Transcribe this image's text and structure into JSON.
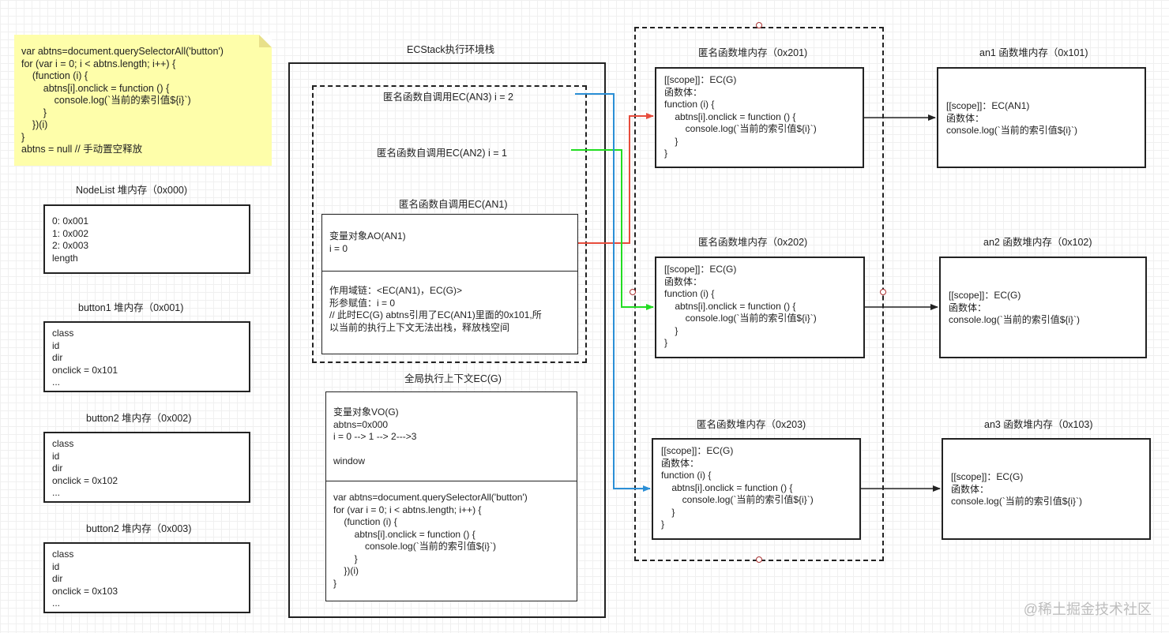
{
  "note": {
    "code": "var abtns=document.querySelectorAll('button')\nfor (var i = 0; i < abtns.length; i++) {\n    (function (i) {\n        abtns[i].onclick = function () {\n            console.log(`当前的索引值${i}`)\n        }\n    })(i)\n}\nabtns = null // 手动置空释放"
  },
  "nodelist": {
    "title": "NodeList 堆内存（0x000)",
    "content": "0: 0x001\n1: 0x002\n2: 0x003\nlength"
  },
  "buttons": [
    {
      "title": "button1 堆内存（0x001)",
      "content": "class\nid\ndir\nonclick = 0x101\n..."
    },
    {
      "title": "button2 堆内存（0x002)",
      "content": "class\nid\ndir\nonclick = 0x102\n..."
    },
    {
      "title": "button2 堆内存（0x003)",
      "content": "class\nid\ndir\nonclick = 0x103\n..."
    }
  ],
  "ecstack": {
    "title": "ECStack执行环境栈",
    "an3": "匿名函数自调用EC(AN3)  i = 2",
    "an2": "匿名函数自调用EC(AN2)   i = 1",
    "an1_title": "匿名函数自调用EC(AN1)",
    "an1_ao": "变量对象AO(AN1)\ni = 0",
    "an1_scope": "作用域链：<EC(AN1)，EC(G)>\n形参赋值：i = 0\n// 此时EC(G) abtns引用了EC(AN1)里面的0x101,所\n以当前的执行上下文无法出栈，释放栈空间",
    "global_title": "全局执行上下文EC(G)",
    "global_vo": "变量对象VO(G)\nabtns=0x000\ni = 0 --> 1 --> 2--->3\n\nwindow",
    "global_code": "var abtns=document.querySelectorAll('button')\nfor (var i = 0; i < abtns.length; i++) {\n    (function (i) {\n        abtns[i].onclick = function () {\n            console.log(`当前的索引值${i}`)\n        }\n    })(i)\n}"
  },
  "heaps": [
    {
      "title": "匿名函数堆内存（0x201)",
      "content": "[[scope]]：EC(G)\n函数体：\nfunction (i) {\n    abtns[i].onclick = function () {\n        console.log(`当前的索引值${i}`)\n    }\n}"
    },
    {
      "title": "匿名函数堆内存（0x202)",
      "content": "[[scope]]：EC(G)\n函数体：\nfunction (i) {\n    abtns[i].onclick = function () {\n        console.log(`当前的索引值${i}`)\n    }\n}"
    },
    {
      "title": "匿名函数堆内存（0x203)",
      "content": "[[scope]]：EC(G)\n函数体：\nfunction (i) {\n    abtns[i].onclick = function () {\n        console.log(`当前的索引值${i}`)\n    }\n}"
    }
  ],
  "an_heaps": [
    {
      "title": "an1 函数堆内存（0x101)",
      "content": "[[scope]]：EC(AN1)\n函数体：\nconsole.log(`当前的索引值${i}`)"
    },
    {
      "title": "an2 函数堆内存（0x102)",
      "content": "[[scope]]：EC(G)\n函数体：\nconsole.log(`当前的索引值${i}`)"
    },
    {
      "title": "an3 函数堆内存（0x103)",
      "content": "[[scope]]：EC(G)\n函数体：\nconsole.log(`当前的索引值${i}`)"
    }
  ],
  "colors": {
    "red": "#e74c3c",
    "green": "#22dd22",
    "blue": "#2b8fd6",
    "note_bg": "#fefeaa"
  },
  "watermark": "@稀土掘金技术社区"
}
